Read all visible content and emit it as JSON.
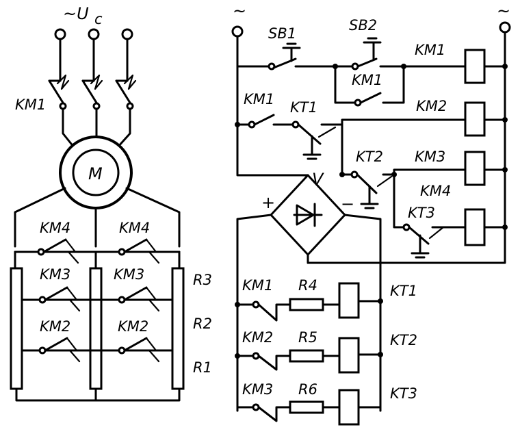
{
  "labels": {
    "supply": "~U",
    "supply_sub": "c",
    "tilde_left": "~",
    "tilde_right": "~",
    "motor": "M",
    "km1_main": "KM1",
    "km4_a": "KM4",
    "km4_b": "KM4",
    "km3_a": "KM3",
    "km3_b": "KM3",
    "km2_a": "KM2",
    "km2_b": "KM2",
    "r3": "R3",
    "r2": "R2",
    "r1": "R1",
    "sb1": "SB1",
    "sb2": "SB2",
    "coil_km1": "KM1",
    "km1_hold": "KM1",
    "km1_ctrl": "KM1",
    "kt1_ctrl": "KT1",
    "coil_km2": "KM2",
    "kt2_ctrl": "KT2",
    "coil_km3": "KM3",
    "coil_km4": "KM4",
    "kt3_ctrl": "KT3",
    "bridge": "V",
    "plus": "+",
    "minus": "−",
    "km1_timer": "KM1",
    "r4": "R4",
    "coil_kt1": "KT1",
    "km2_timer": "KM2",
    "r5": "R5",
    "coil_kt2": "KT2",
    "km3_timer": "KM3",
    "r6": "R6",
    "coil_kt3": "KT3"
  }
}
